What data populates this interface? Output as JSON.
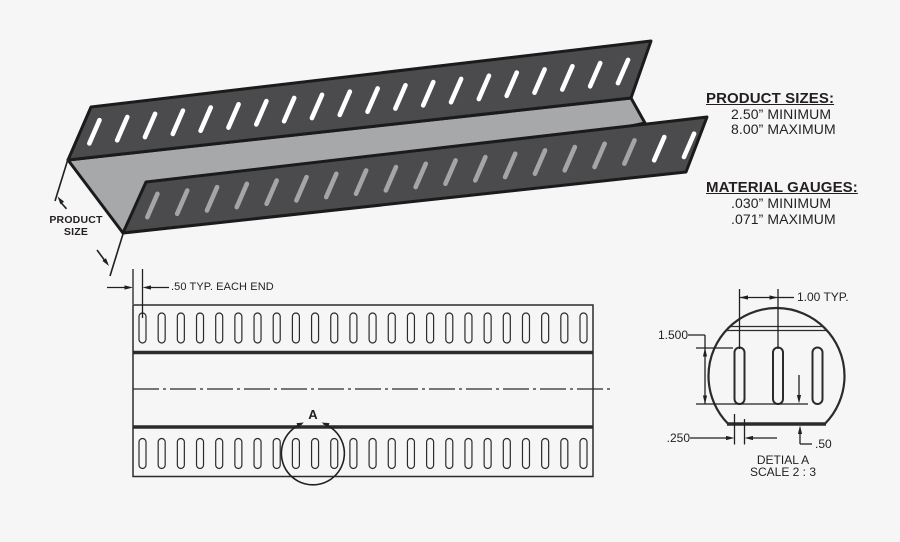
{
  "canvas": {
    "bg": "#f6f6f6",
    "ink": "#231f20"
  },
  "iso_view": {
    "product_size_label_line1": "PRODUCT",
    "product_size_label_line2": "SIZE",
    "colors": {
      "flange": "#4b4b4d",
      "web": "#a7a8aa",
      "outline": "#1b1b1b",
      "slot_top": "#ffffff",
      "slot_bottom": "#a5a5a7"
    },
    "top_slot_count": 20,
    "bottom_slot_count": 19,
    "bottom_white_slot_count": 2
  },
  "specs": {
    "sizes_heading": "PRODUCT SIZES:",
    "sizes_lines": [
      "2.50” MINIMUM",
      "8.00” MAXIMUM"
    ],
    "gauges_heading": "MATERIAL GAUGES:",
    "gauges_lines": [
      ".030” MINIMUM",
      ".071” MAXIMUM"
    ]
  },
  "plan_view": {
    "end_offset_note": ".50 TYP. EACH END",
    "detail_callout_label": "A",
    "slot_count_per_row": 24
  },
  "detail_view": {
    "pitch_label": "1.00 TYP.",
    "slot_length_label": "1.500",
    "slot_width_label": ".250",
    "edge_offset_label": ".50",
    "title": "DETIAL A",
    "scale_label": "SCALE 2 : 3"
  }
}
